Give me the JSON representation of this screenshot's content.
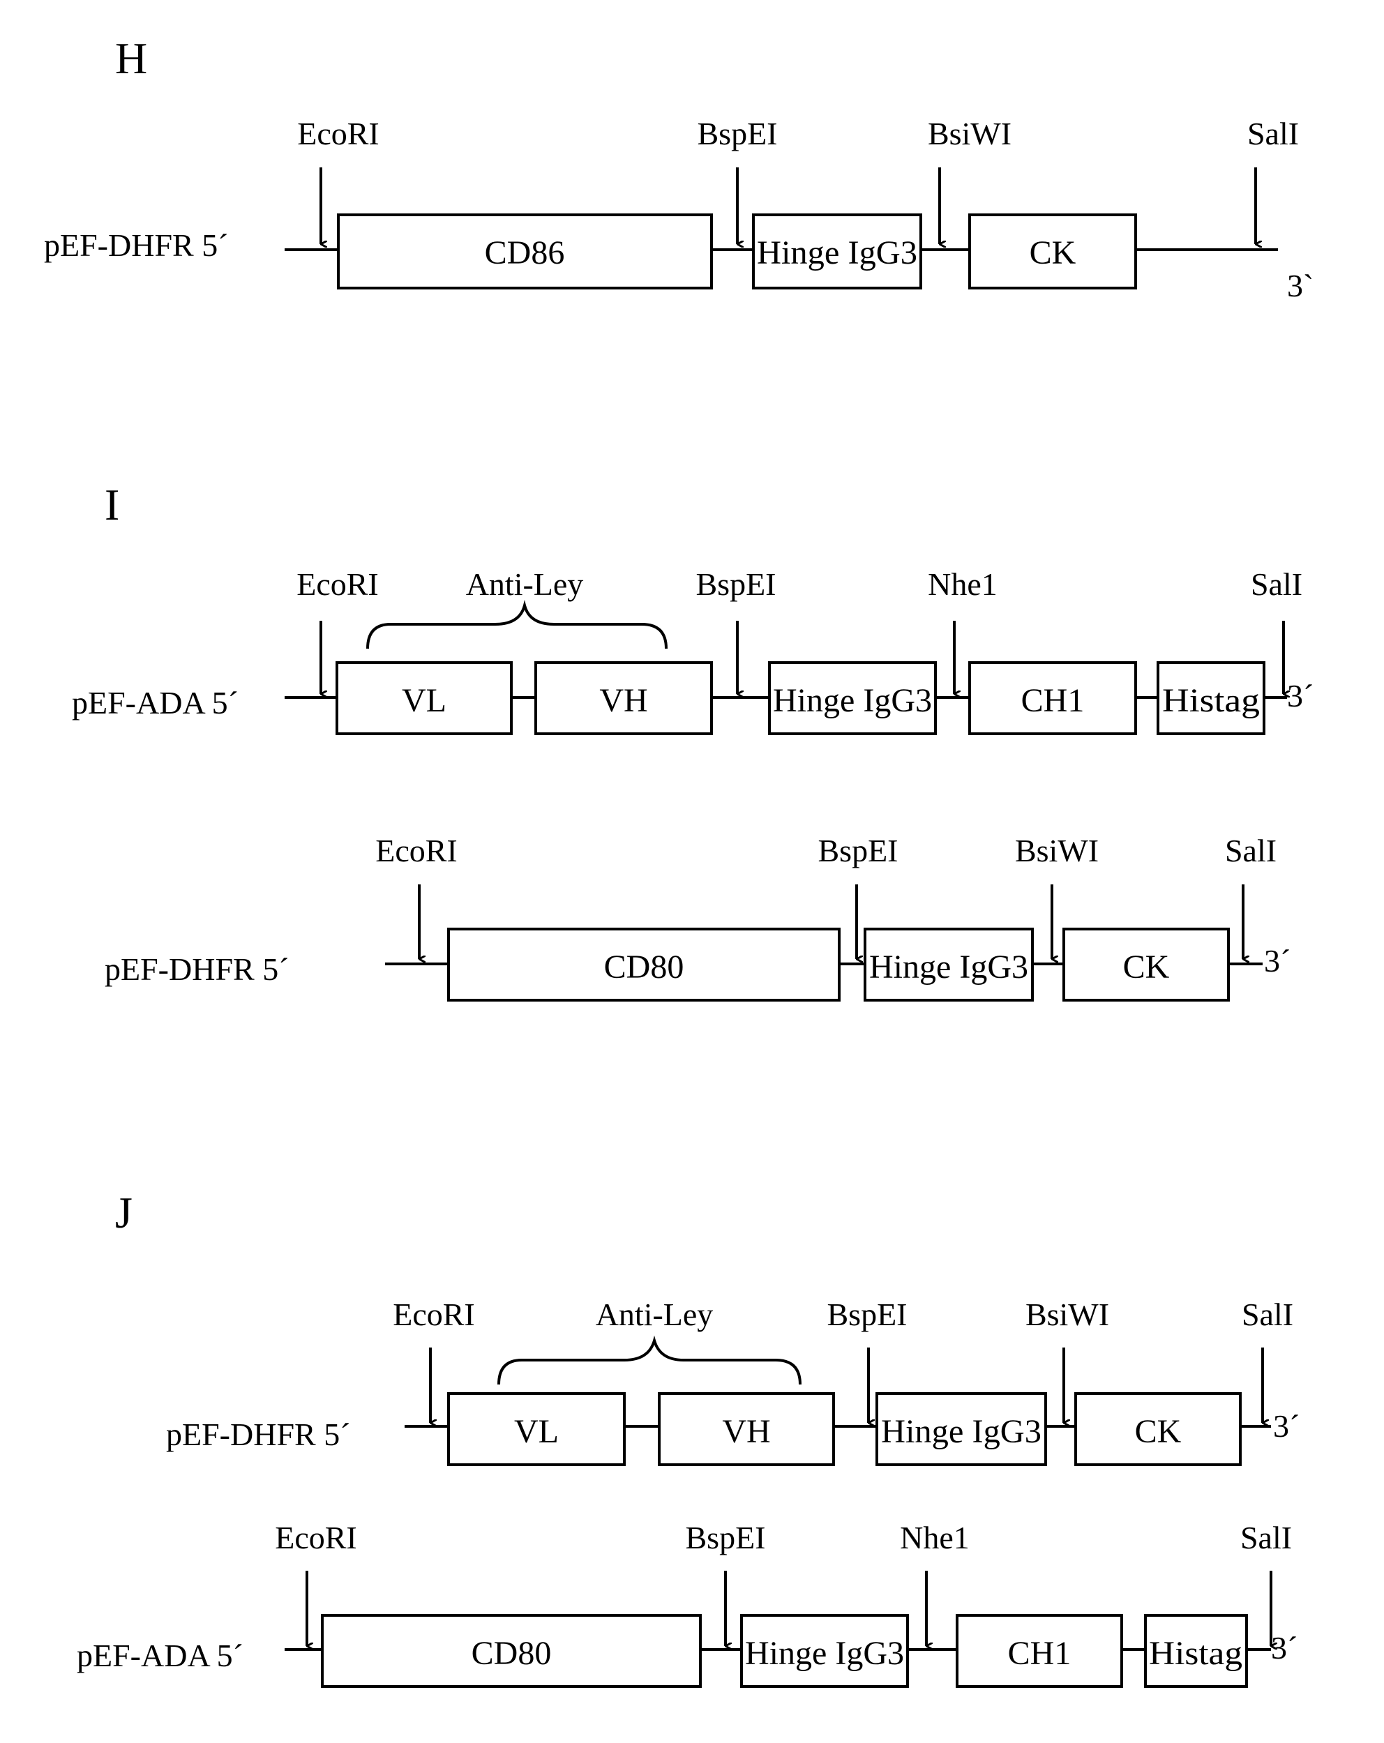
{
  "panels": {
    "H": {
      "letter": "H",
      "rows": [
        {
          "prefix": "pEF-DHFR 5´",
          "suffix": "3`",
          "boxes": [
            "CD86",
            "Hinge IgG3",
            "CK"
          ],
          "sites": [
            "EcoRI",
            "BspEI",
            "BsiWI",
            "SalI"
          ]
        }
      ]
    },
    "I": {
      "letter": "I",
      "rows": [
        {
          "prefix": "pEF-ADA 5´",
          "suffix": "3´",
          "boxes": [
            "VL",
            "VH",
            "Hinge IgG3",
            "CH1",
            "Histag"
          ],
          "sites": [
            "EcoRI",
            "BspEI",
            "Nhe1",
            "SalI"
          ],
          "bracket": "Anti-Ley"
        },
        {
          "prefix": "pEF-DHFR 5´",
          "suffix": "3´",
          "boxes": [
            "CD80",
            "Hinge IgG3",
            "CK"
          ],
          "sites": [
            "EcoRI",
            "BspEI",
            "BsiWI",
            "SalI"
          ]
        }
      ]
    },
    "J": {
      "letter": "J",
      "rows": [
        {
          "prefix": "pEF-DHFR 5´",
          "suffix": "3´",
          "boxes": [
            "VL",
            "VH",
            "Hinge IgG3",
            "CK"
          ],
          "sites": [
            "EcoRI",
            "BspEI",
            "BsiWI",
            "SalI"
          ],
          "bracket": "Anti-Ley"
        },
        {
          "prefix": "pEF-ADA 5´",
          "suffix": "3´",
          "boxes": [
            "CD80",
            "Hinge IgG3",
            "CH1",
            "Histag"
          ],
          "sites": [
            "EcoRI",
            "BspEI",
            "Nhe1",
            "SalI"
          ]
        }
      ]
    }
  }
}
